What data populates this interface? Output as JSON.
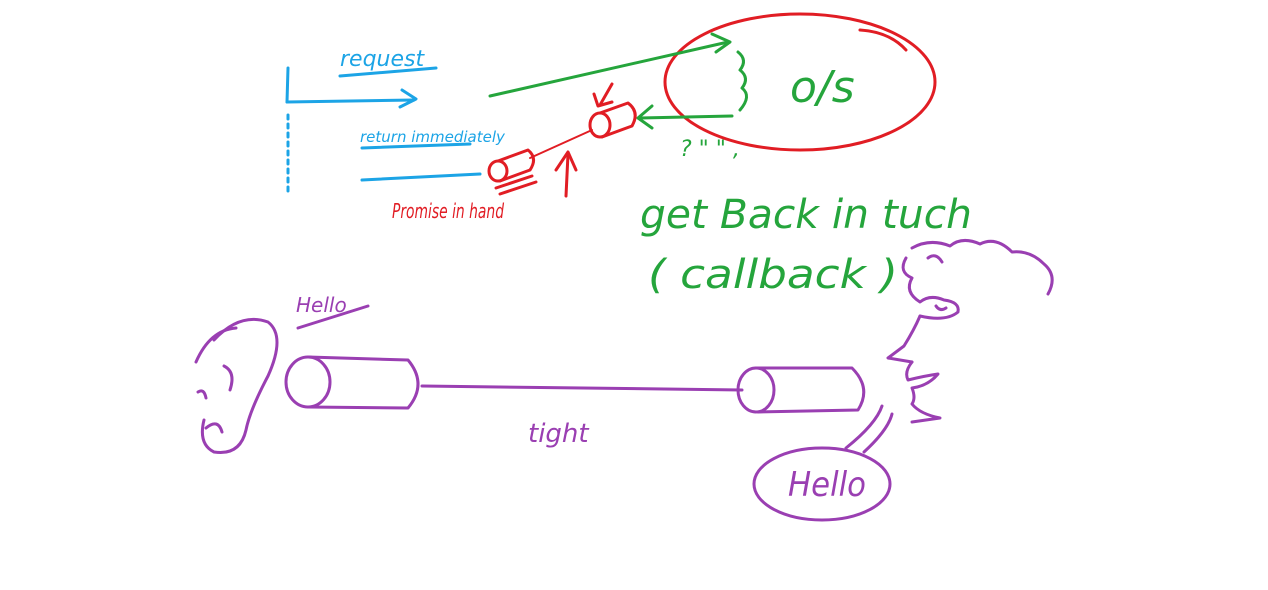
{
  "colors": {
    "blue": "#1ca4e6",
    "green": "#25a53c",
    "red": "#e11d24",
    "purple": "#9a3fb2",
    "background": "#ffffff"
  },
  "labels": {
    "request": "request",
    "return_immediately": "return immediately",
    "promise_in_hand": "Promise in hand",
    "os": "o/s",
    "question": "? \"\n\" ,",
    "get_back_in_touch": "get Back in tuch",
    "callback": "( callback )",
    "hello_small": "Hello",
    "tight": "tight",
    "hello_bubble": "Hello"
  },
  "icons": {
    "ear": "ear-icon",
    "face": "face-profile-icon",
    "cylinder": "cylinder-icon",
    "os_circle": "ellipse-icon"
  }
}
